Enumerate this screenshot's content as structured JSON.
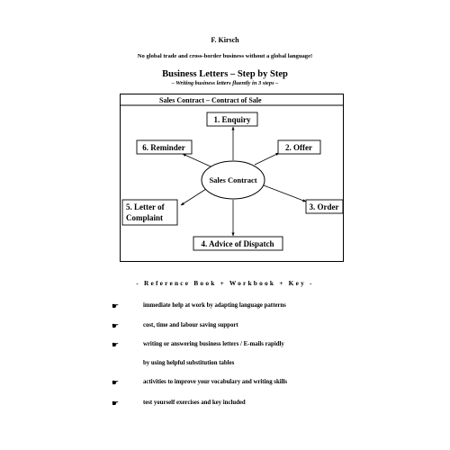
{
  "header": {
    "author": "F. Kirsch",
    "slogan": "No global trade and cross-border business without a global language!",
    "title": "Business Letters – Step by Step",
    "subtitle": "– Writing business letters fluently in 3 steps –"
  },
  "diagram": {
    "heading": "Sales Contract – Contract of Sale",
    "center": "Sales Contract",
    "steps": {
      "enquiry": "1.  Enquiry",
      "offer": "2.  Offer",
      "order": "3. Order",
      "dispatch": "4. Advice of Dispatch",
      "complaint_line1": "5. Letter of",
      "complaint_line2": "Complaint",
      "reminder": "6. Reminder"
    }
  },
  "reference": "- Reference Book + Workbook + Key -",
  "bullets": {
    "icon": "pointing-hand-icon",
    "items": [
      "immediate help at work by adapting language patterns",
      "cost, time and labour saving support",
      "writing or answering business letters / E-mails rapidly",
      "by using helpful substitution tables",
      "activities to improve your vocabulary and writing skills",
      "test yourself exercises and key included"
    ]
  }
}
